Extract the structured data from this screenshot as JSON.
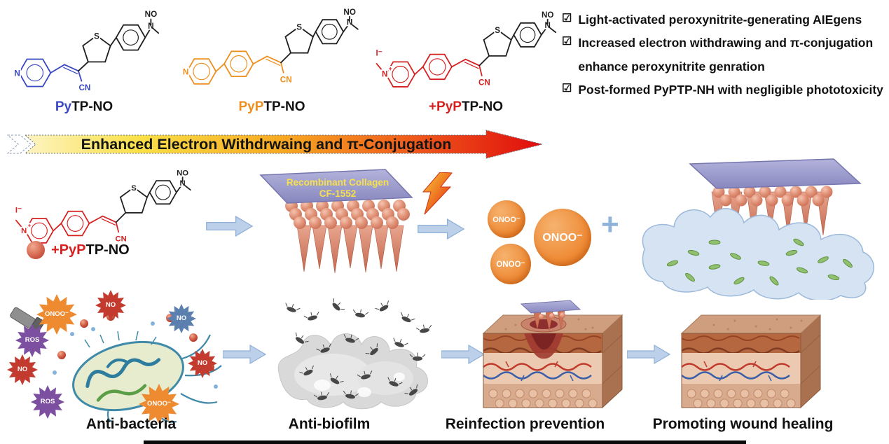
{
  "compounds": {
    "c1": {
      "prefix": "Py",
      "suffix": "TP-NO"
    },
    "c2": {
      "prefix": "PyP",
      "suffix": "TP-NO"
    },
    "c3": {
      "prefix": "+PyP",
      "suffix": "TP-NO"
    }
  },
  "atoms": {
    "N": "N",
    "S": "S",
    "CN": "CN",
    "NO": "NO",
    "I": "I⁻",
    "plus": "+"
  },
  "checklist": {
    "items": [
      {
        "check": "☑",
        "text": "Light-activated peroxynitrite-generating AIEgens"
      },
      {
        "check": "☑",
        "text": "Increased electron withdrawing and π-conjugation enhance peroxynitrite genration"
      },
      {
        "check": "☑",
        "text": "Post-formed PyPTP-NH with negligible phototoxicity"
      }
    ]
  },
  "banner": {
    "text": "Enhanced Electron Withdrwaing and π-Conjugation"
  },
  "process": {
    "compound": {
      "prefix": "+PyP",
      "suffix": "TP-NO"
    },
    "patch": {
      "line1": "Recombinant Collagen",
      "line2": "CF-1552"
    },
    "onoo": {
      "small1": "ONOO⁻",
      "large": "ONOO⁻",
      "small2": "ONOO⁻"
    },
    "plus": "+"
  },
  "antibacterial": {
    "bursts": [
      {
        "label": "ONOO⁻"
      },
      {
        "label": "NO"
      },
      {
        "label": "ROS"
      },
      {
        "label": "NO"
      },
      {
        "label": "NO"
      },
      {
        "label": "ROS"
      },
      {
        "label": "ONOO⁻"
      },
      {
        "label": "NO"
      }
    ]
  },
  "panel_labels": {
    "antibacteria": "Anti-bacteria",
    "antibiofilm": "Anti-biofilm",
    "reinfection": "Reinfection prevention",
    "healing": "Promoting wound healing"
  },
  "colors": {
    "accent_blue": "#3947c3",
    "accent_orange": "#ef8f1f",
    "accent_red": "#d62020",
    "onoo_orange": "#ee8a35",
    "arrow_blue": "#bcd0ea",
    "patch_purple": "#9a95c9",
    "patch_text_yellow": "#f7e04a"
  }
}
